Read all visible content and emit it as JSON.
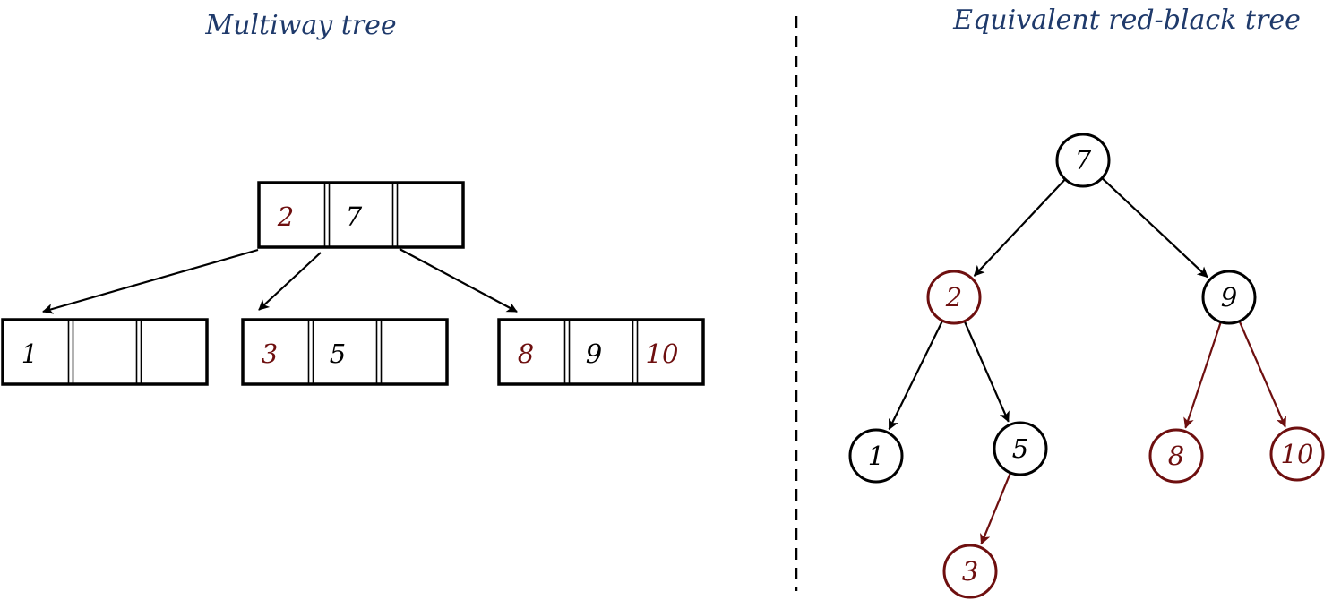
{
  "colors": {
    "title": "#1f3a6b",
    "black": "#000000",
    "red": "#6e0f0f",
    "divider": "#000000"
  },
  "titles": {
    "left": "Multiway tree",
    "right": "Equivalent red-black tree"
  },
  "multiway_tree": {
    "root": {
      "keys": [
        {
          "text": "2",
          "color": "red"
        },
        {
          "text": "7",
          "color": "black"
        },
        {
          "text": "",
          "color": "black"
        }
      ]
    },
    "children": [
      {
        "keys": [
          {
            "text": "1",
            "color": "black"
          },
          {
            "text": "",
            "color": "black"
          },
          {
            "text": "",
            "color": "black"
          }
        ]
      },
      {
        "keys": [
          {
            "text": "3",
            "color": "red"
          },
          {
            "text": "5",
            "color": "black"
          },
          {
            "text": "",
            "color": "black"
          }
        ]
      },
      {
        "keys": [
          {
            "text": "8",
            "color": "red"
          },
          {
            "text": "9",
            "color": "black"
          },
          {
            "text": "10",
            "color": "red"
          }
        ]
      }
    ]
  },
  "red_black_tree": {
    "nodes": [
      {
        "id": "n7",
        "text": "7",
        "color": "black"
      },
      {
        "id": "n2",
        "text": "2",
        "color": "red"
      },
      {
        "id": "n9",
        "text": "9",
        "color": "black"
      },
      {
        "id": "n1",
        "text": "1",
        "color": "black"
      },
      {
        "id": "n5",
        "text": "5",
        "color": "black"
      },
      {
        "id": "n8",
        "text": "8",
        "color": "red"
      },
      {
        "id": "n10",
        "text": "10",
        "color": "red"
      },
      {
        "id": "n3",
        "text": "3",
        "color": "red"
      }
    ],
    "edges": [
      {
        "from": "n7",
        "to": "n2",
        "color": "black"
      },
      {
        "from": "n7",
        "to": "n9",
        "color": "black"
      },
      {
        "from": "n2",
        "to": "n1",
        "color": "black"
      },
      {
        "from": "n2",
        "to": "n5",
        "color": "black"
      },
      {
        "from": "n9",
        "to": "n8",
        "color": "red"
      },
      {
        "from": "n9",
        "to": "n10",
        "color": "red"
      },
      {
        "from": "n5",
        "to": "n3",
        "color": "red"
      }
    ]
  }
}
